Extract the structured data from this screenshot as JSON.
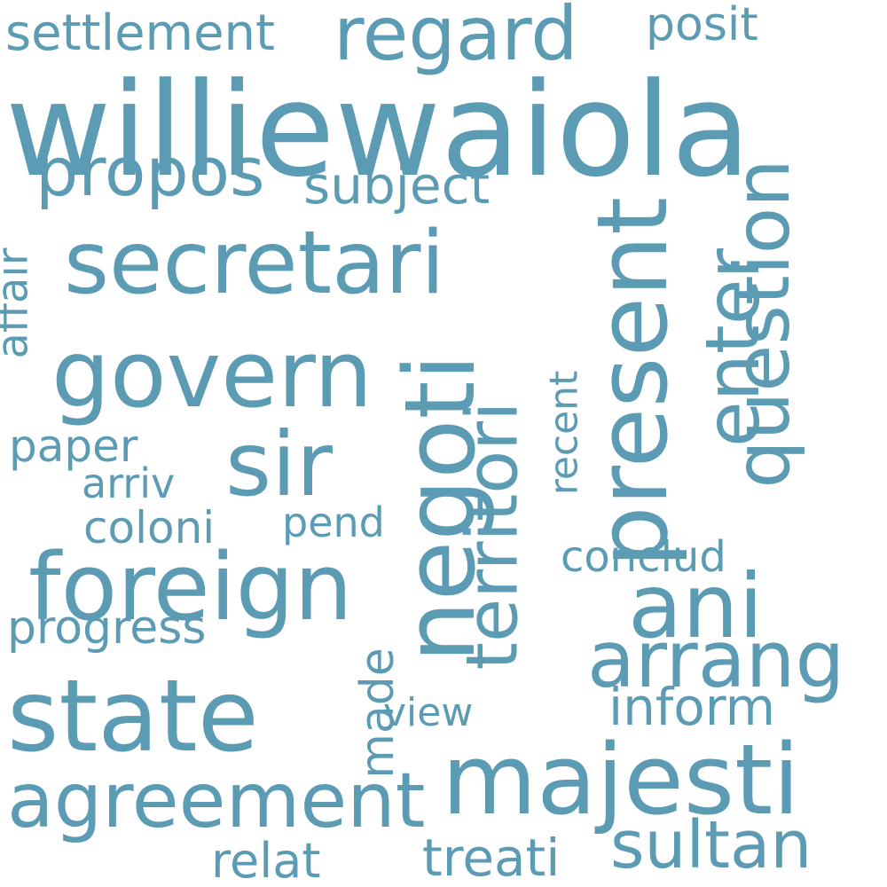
{
  "accent_color": "#5b9bb3",
  "background_color": "#ffffff",
  "words": [
    "williewaiola",
    "settlement",
    "regard",
    "posit",
    "propos",
    "subject",
    "secretari",
    "govern",
    "present",
    "question",
    "enter",
    "affair",
    "negoti",
    "territori",
    "recent",
    "paper",
    "sir",
    "arriv",
    "coloni",
    "pend",
    "conclud",
    "foreign",
    "ani",
    "progress",
    "arrang",
    "state",
    "made",
    "view",
    "inform",
    "majesti",
    "agreement",
    "sultan",
    "relat",
    "treati"
  ]
}
